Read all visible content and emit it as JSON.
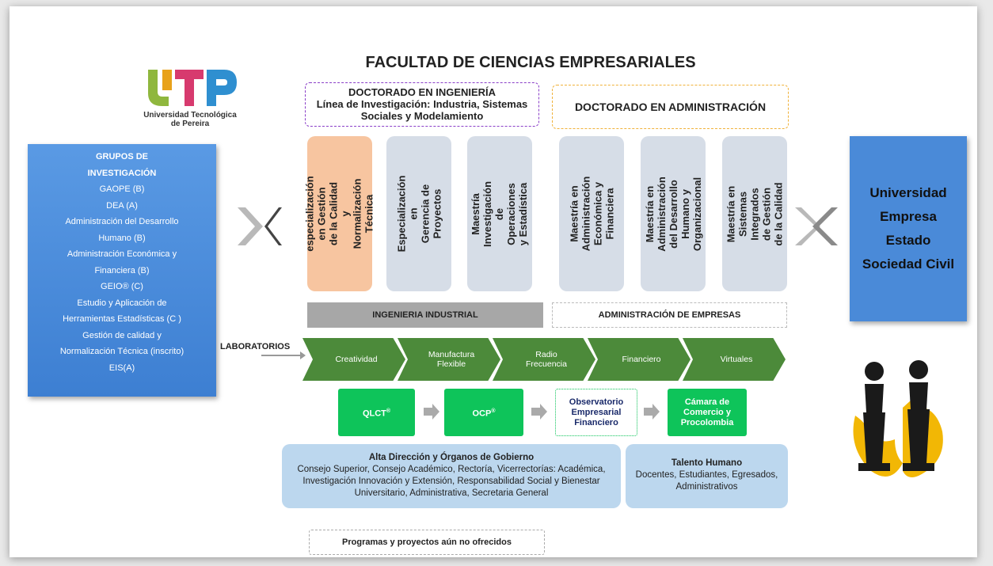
{
  "title": "FACULTAD DE CIENCIAS EMPRESARIALES",
  "logo": {
    "mark": "UTP",
    "line1": "Universidad Tecnológica",
    "line2": "de Pereira"
  },
  "doctorates": [
    {
      "line1": "DOCTORADO EN INGENIERÍA",
      "line2": "Línea de Investigación: Industria, Sistemas",
      "line3": "Sociales y Modelamiento"
    },
    {
      "line1": "DOCTORADO EN ADMINISTRACIÓN"
    }
  ],
  "research_groups": {
    "heading1": "GRUPOS DE",
    "heading2": "INVESTIGACIÓN",
    "lines": [
      "GAOPE (B)",
      "DEA (A)",
      "Administración del Desarrollo",
      "Humano (B)",
      "Administración Económica y",
      "Financiera (B)",
      "GEIO® (C)",
      "Estudio y Aplicación de",
      "Herramientas Estadísticas (C )",
      "Gestión de calidad y",
      "Normalización Técnica (inscrito)",
      "EIS(A)"
    ]
  },
  "programs": [
    {
      "line1": "especialización en Gestión",
      "line2": "de la Calidad",
      "line3": "y Normalización Técnica"
    },
    {
      "line1": "Especialización en",
      "line2": "Gerencia de Proyectos",
      "line3": ""
    },
    {
      "line1": "Maestría Investigación de",
      "line2": "Operaciones y Estadística",
      "line3": ""
    },
    {
      "line1": "Maestría en Administración",
      "line2": "Económica y Financiera",
      "line3": ""
    },
    {
      "line1": "Maestría en Administración",
      "line2": "del Desarrollo",
      "line3": "Humano y Organizacional"
    },
    {
      "line1": "Maestría en Sistemas",
      "line2": "Integrados de Gestión",
      "line3": "de la Calidad"
    }
  ],
  "undergrad": {
    "industrial": "INGENIERIA INDUSTRIAL",
    "business": "ADMINISTRACIÓN DE EMPRESAS"
  },
  "labs": {
    "label": "LABORATORIOS",
    "items": [
      {
        "line1": "Creatividad",
        "line2": ""
      },
      {
        "line1": "Manufactura",
        "line2": "Flexible"
      },
      {
        "line1": "Radio",
        "line2": "Frecuencia"
      },
      {
        "line1": "Financiero",
        "line2": ""
      },
      {
        "line1": "Virtuales",
        "line2": ""
      }
    ]
  },
  "flow": [
    {
      "line1": "QLCT",
      "sup": "®",
      "line2": "",
      "line3": ""
    },
    {
      "line1": "OCP",
      "sup": "®",
      "line2": "",
      "line3": ""
    },
    {
      "line1": "Observatorio",
      "line2": "Empresarial",
      "line3": "Financiero",
      "sup": ""
    },
    {
      "line1": "Cámara de",
      "line2": "Comercio y",
      "line3": "Procolombia",
      "sup": ""
    }
  ],
  "stakeholders": [
    "Universidad",
    "Empresa",
    "Estado",
    "Sociedad Civil"
  ],
  "governance": {
    "heading": "Alta Dirección y Órganos de Gobierno",
    "line1": "Consejo Superior, Consejo Académico, Rectoría, Vicerrectorías: Académica,",
    "line2": "Investigación Innovación y Extensión, Responsabilidad Social y Bienestar",
    "line3": "Universitario, Administrativa, Secretaria General"
  },
  "talent": {
    "heading": "Talento Humano",
    "line1": "Docentes, Estudiantes, Egresados,",
    "line2": "Administrativos"
  },
  "pending": "Programas y proyectos aún no ofrecidos",
  "colors": {
    "green": "#0ec45a",
    "chevron": "#4c8a3a",
    "blue": "#4a8ad8",
    "orange": "#f7c5a0",
    "light_blue": "#bcd7ee"
  }
}
